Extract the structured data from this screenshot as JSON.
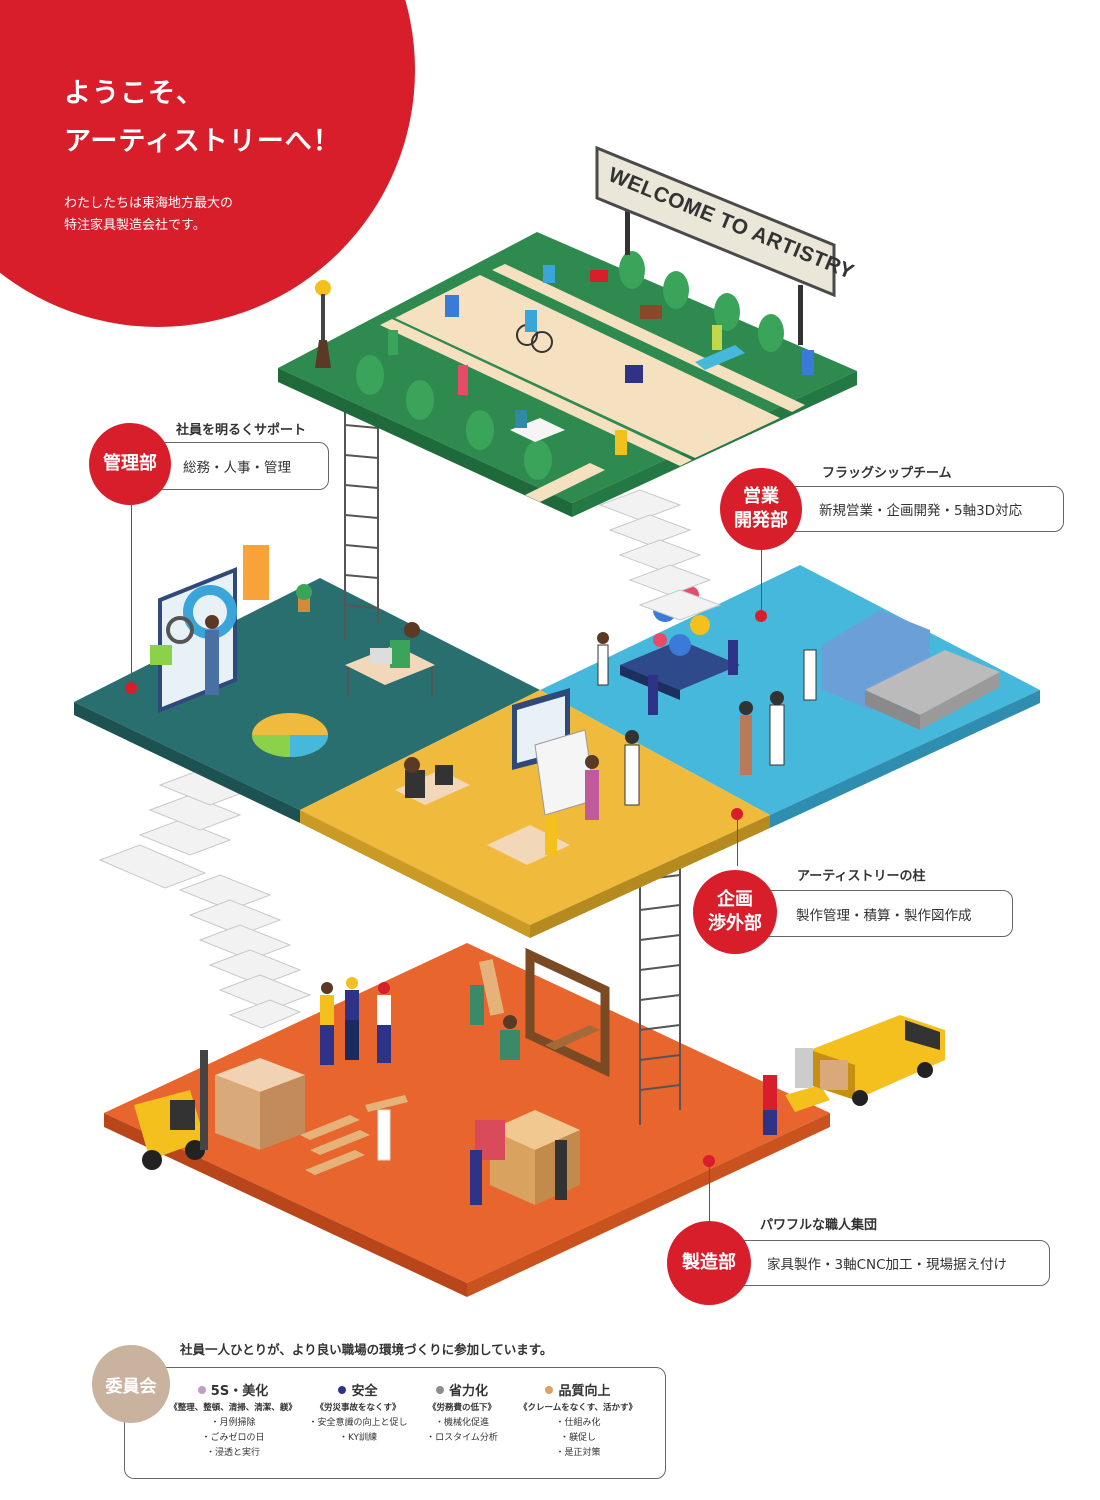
{
  "hero": {
    "title_line1": "ようこそ、",
    "title_line2": "アーティストリーへ！",
    "desc_line1": "わたしたちは東海地方最大の",
    "desc_line2": "特注家具製造会社です。",
    "accent_color": "#d81e2a"
  },
  "sign": {
    "text": "WELCOME TO ARTISTRY"
  },
  "departments": [
    {
      "name_line1": "管理部",
      "name_line2": "",
      "tagline": "社員を明るくサポート",
      "description": "総務・人事・管理"
    },
    {
      "name_line1": "営業",
      "name_line2": "開発部",
      "tagline": "フラッグシップチーム",
      "description": "新規営業・企画開発・5軸3D対応"
    },
    {
      "name_line1": "企画",
      "name_line2": "渉外部",
      "tagline": "アーティストリーの柱",
      "description": "製作管理・積算・製作図作成"
    },
    {
      "name_line1": "製造部",
      "name_line2": "",
      "tagline": "パワフルな職人集団",
      "description": "家具製作・3軸CNC加工・現場据え付け"
    }
  ],
  "committee": {
    "label": "委員会",
    "intro": "社員一人ひとりが、より良い職場の環境づくりに参加しています。",
    "columns": [
      {
        "title": "5S・美化",
        "dot_color": "#c39ac9",
        "subtitle": "《整理、整頓、清掃、清潔、躾》",
        "items": [
          "・月例掃除",
          "・ごみゼロの日",
          "・浸透と実行"
        ]
      },
      {
        "title": "安全",
        "dot_color": "#2e3387",
        "subtitle": "《労災事故をなくす》",
        "items": [
          "・安全意識の向上と促し",
          "・KY訓練"
        ]
      },
      {
        "title": "省力化",
        "dot_color": "#8c8c8c",
        "subtitle": "《労務費の低下》",
        "items": [
          "・機械化促進",
          "・ロスタイム分析"
        ]
      },
      {
        "title": "品質向上",
        "dot_color": "#e0a06a",
        "subtitle": "《クレームをなくす、活かす》",
        "items": [
          "・仕組み化",
          "・躾促し",
          "・是正対策"
        ]
      }
    ]
  },
  "colors": {
    "park": "#2e8a4f",
    "admin": "#2a6f6f",
    "sales": "#45b8dc",
    "planning": "#f0bb3c",
    "manufacturing": "#e8652d",
    "committee": "#c9b39e"
  }
}
